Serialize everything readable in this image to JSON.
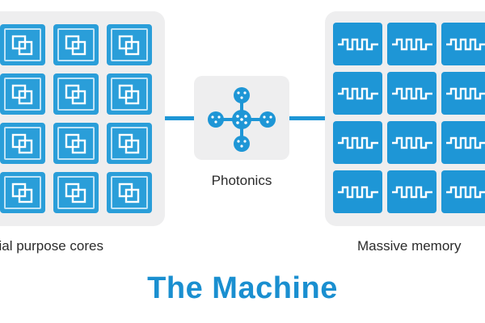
{
  "title": "The Machine",
  "labels": {
    "cores": "cial purpose cores",
    "photonics": "Photonics",
    "memory": "Massive memory"
  },
  "cores": {
    "rows": 4,
    "cols": 3,
    "icon": "core-chip-icon"
  },
  "memory": {
    "rows": 4,
    "cols": 3,
    "icon": "memory-waveform-icon"
  },
  "colors": {
    "accent": "#1e96d6",
    "title": "#1a8fd0",
    "panel": "#eeeeef",
    "text": "#2b2b2b"
  }
}
